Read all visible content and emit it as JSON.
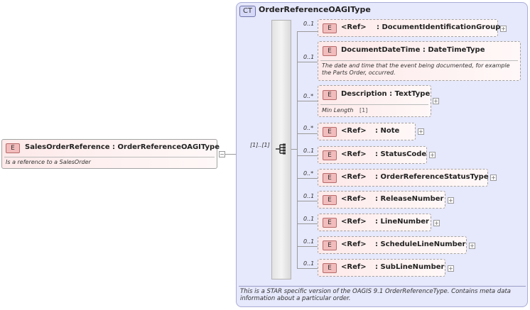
{
  "root": {
    "badge": "E",
    "label": "SalesOrderReference : OrderReferenceOAGIType",
    "doc": "Is a reference to a SalesOrder",
    "collapse_symbol": "−"
  },
  "complex_type": {
    "badge": "CT",
    "name": "OrderReferenceOAGIType",
    "cardinality": "[1]..[1]",
    "description": "This is a STAR specific version of the OAGIS 9.1 OrderReferenceType. Contains meta data information about a particular order."
  },
  "elements": [
    {
      "badge": "E",
      "ref": "<Ref>",
      "name": ": DocumentIdentificationGroup",
      "card": "0..1",
      "plus": "+"
    },
    {
      "badge": "E",
      "name": "DocumentDateTime : DateTimeType",
      "card": "0..1",
      "doc": "The date and time that the event being documented, for example the Parts Order, occurred."
    },
    {
      "badge": "E",
      "name": "Description : TextType",
      "card": "0..*",
      "facet_label": "Min Length",
      "facet_value": "[1]",
      "plus": "+"
    },
    {
      "badge": "E",
      "ref": "<Ref>",
      "name": ": Note",
      "card": "0..*",
      "plus": "+"
    },
    {
      "badge": "E",
      "ref": "<Ref>",
      "name": ": StatusCode",
      "card": "0..1",
      "plus": "+"
    },
    {
      "badge": "E",
      "ref": "<Ref>",
      "name": ": OrderReferenceStatusType",
      "card": "0..*",
      "plus": "+"
    },
    {
      "badge": "E",
      "ref": "<Ref>",
      "name": ": ReleaseNumber",
      "card": "0..1",
      "plus": "+"
    },
    {
      "badge": "E",
      "ref": "<Ref>",
      "name": ": LineNumber",
      "card": "0..1",
      "plus": "+"
    },
    {
      "badge": "E",
      "ref": "<Ref>",
      "name": ": ScheduleLineNumber",
      "card": "0..1",
      "plus": "+"
    },
    {
      "badge": "E",
      "ref": "<Ref>",
      "name": ": SubLineNumber",
      "card": "0..1",
      "plus": "+"
    }
  ]
}
